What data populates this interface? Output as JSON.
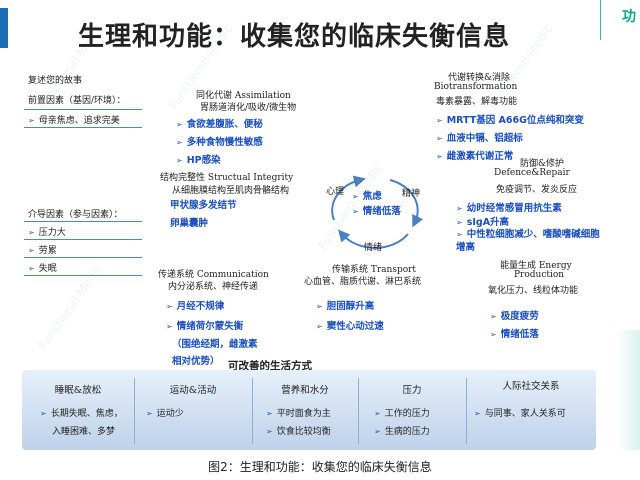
{
  "title": "生理和功能：收集您的临床失衡信息",
  "caption": "图2：生理和功能：收集您的临床失衡信息",
  "logo_char": "功",
  "watermark": "Functional Medic",
  "story": {
    "heading": "复述您的故事",
    "antecedents_heading": "前置因素（基因/环境）：",
    "antecedents_items": [
      "母亲焦虑、追求完美"
    ],
    "triggers_heading": "介导因素（参与因素）：",
    "triggers_items": [
      "压力大",
      "劳累",
      "失眠"
    ]
  },
  "assimilation": {
    "heading": "同化代谢 Assimilation",
    "subheading": "胃肠道消化/吸收/微生物",
    "items": [
      "食欲差腹胀、便秘",
      "多种食物慢性敏感",
      "HP感染"
    ]
  },
  "structural": {
    "heading": "结构完整性 Structual Integrity",
    "subheading": "从细胞膜结构至肌肉骨骼结构",
    "items": [
      "甲状腺多发结节",
      "卵巢囊肿"
    ]
  },
  "communication": {
    "heading": "传递系统  Communication",
    "subheading": "内分泌系统、神经传递",
    "items": [
      "月经不规律",
      "情绪荷尔蒙失衡"
    ],
    "note": "（围绝经期，雌激素相对优势）"
  },
  "biotransformation": {
    "heading": "代谢转换&消除",
    "heading2": "Biotransformation",
    "subheading": "毒素暴露、解毒功能",
    "items": [
      "MRTT基因 A66G位点纯和突变",
      "血液中镉、铝超标",
      "雌激素代谢正常"
    ]
  },
  "defence": {
    "heading": "防御&修护",
    "heading2": "Defence&Repair",
    "subheading": "免疫调节、发炎反应",
    "items": [
      "幼时经常感冒用抗生素",
      "sIgA升高",
      "中性粒细胞减少、嗜酸嗜碱细胞增高"
    ]
  },
  "energy": {
    "heading": "能量生成 Energy",
    "heading2": "Production",
    "subheading": "氧化压力、线粒体功能",
    "items": [
      "极度疲劳",
      "情绪低落"
    ]
  },
  "transport": {
    "heading": "传输系统 Transport",
    "subheading": "心血管、脂质代谢、淋巴系统",
    "items": [
      "胆固醇升高",
      "窦性心动过速"
    ]
  },
  "center": {
    "mind": "心理",
    "spirit": "精神",
    "emotion": "情绪",
    "items": [
      "焦虑",
      "情绪低落"
    ]
  },
  "lifestyle": {
    "title": "可改善的生活方式",
    "columns": [
      {
        "heading": "睡眠&放松",
        "items": [
          "长期失眠、焦虑，",
          "入睡困难、多梦"
        ]
      },
      {
        "heading": "运动&活动",
        "items": [
          "运动少"
        ]
      },
      {
        "heading": "营养和水分",
        "items": [
          "平时面食为主",
          "饮食比较均衡"
        ]
      },
      {
        "heading": "压力",
        "items": [
          "工作的压力",
          "生病的压力"
        ]
      },
      {
        "heading": "人际社交关系",
        "items": [
          "与同事、家人关系可"
        ]
      }
    ]
  },
  "colors": {
    "accent": "#1a4fbf",
    "cycle": "#4a7fc1",
    "band": "#c8daef"
  }
}
